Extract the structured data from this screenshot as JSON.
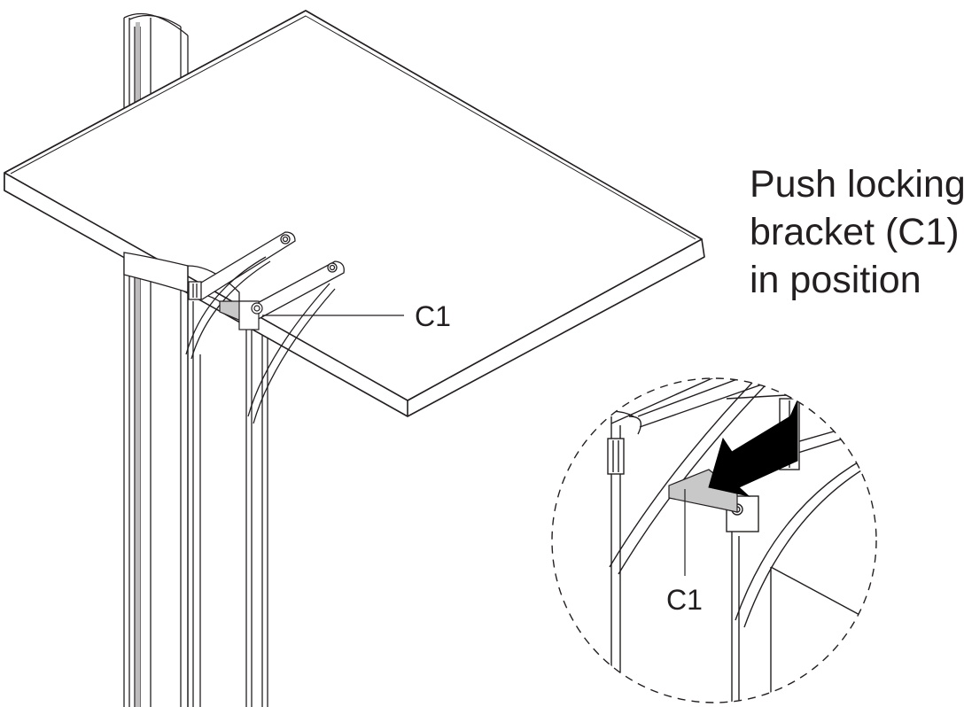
{
  "instruction": {
    "lines": [
      "Push locking",
      "bracket (C1)",
      "in position"
    ]
  },
  "callouts": {
    "main": "C1",
    "detail": "C1"
  },
  "colors": {
    "line": "#231f20",
    "shade": "#c8c8c8",
    "arrow": "#000000"
  }
}
